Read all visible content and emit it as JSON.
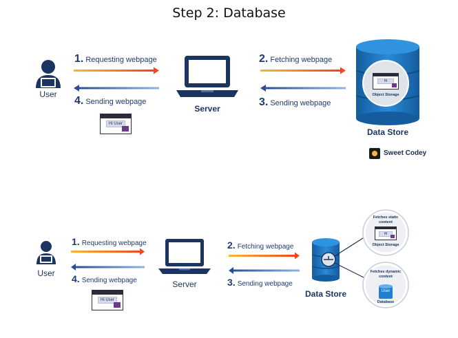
{
  "title": "Step 2: Database",
  "top": {
    "user_label": "User",
    "server_label": "Server",
    "store_label": "Data Store",
    "step1_num": "1.",
    "step1_text": "Requesting webpage",
    "step2_num": "2.",
    "step2_text": "Fetching webpage",
    "step3_num": "3.",
    "step3_text": "Sending webpage",
    "step4_num": "4.",
    "step4_text": "Sending webpage",
    "mini_page_text": "Hi User",
    "object_storage_label": "Object Storage",
    "object_storage_page_text": "Hi"
  },
  "brand": {
    "name": "Sweet Codey"
  },
  "bottom": {
    "user_label": "User",
    "server_label": "Server",
    "store_label": "Data Store",
    "step1_num": "1.",
    "step1_text": "Requesting webpage",
    "step2_num": "2.",
    "step2_text": "Fetching webpage",
    "step3_num": "3.",
    "step3_text": "Sending webpage",
    "step4_num": "4.",
    "step4_text": "Sending webpage",
    "mini_page_text": "Hi User",
    "static_title": "Fetches static content",
    "static_caption": "Object Storage",
    "static_page_text": "Hi",
    "dynamic_title": "Fetches dynamic content",
    "dynamic_caption": "Database",
    "dynamic_db_text": "User"
  },
  "colors": {
    "navy": "#1b3560",
    "arrow_orange": "#f05a28",
    "arrow_blue": "#2f5fa8",
    "db_blue": "#1f6fb8"
  }
}
